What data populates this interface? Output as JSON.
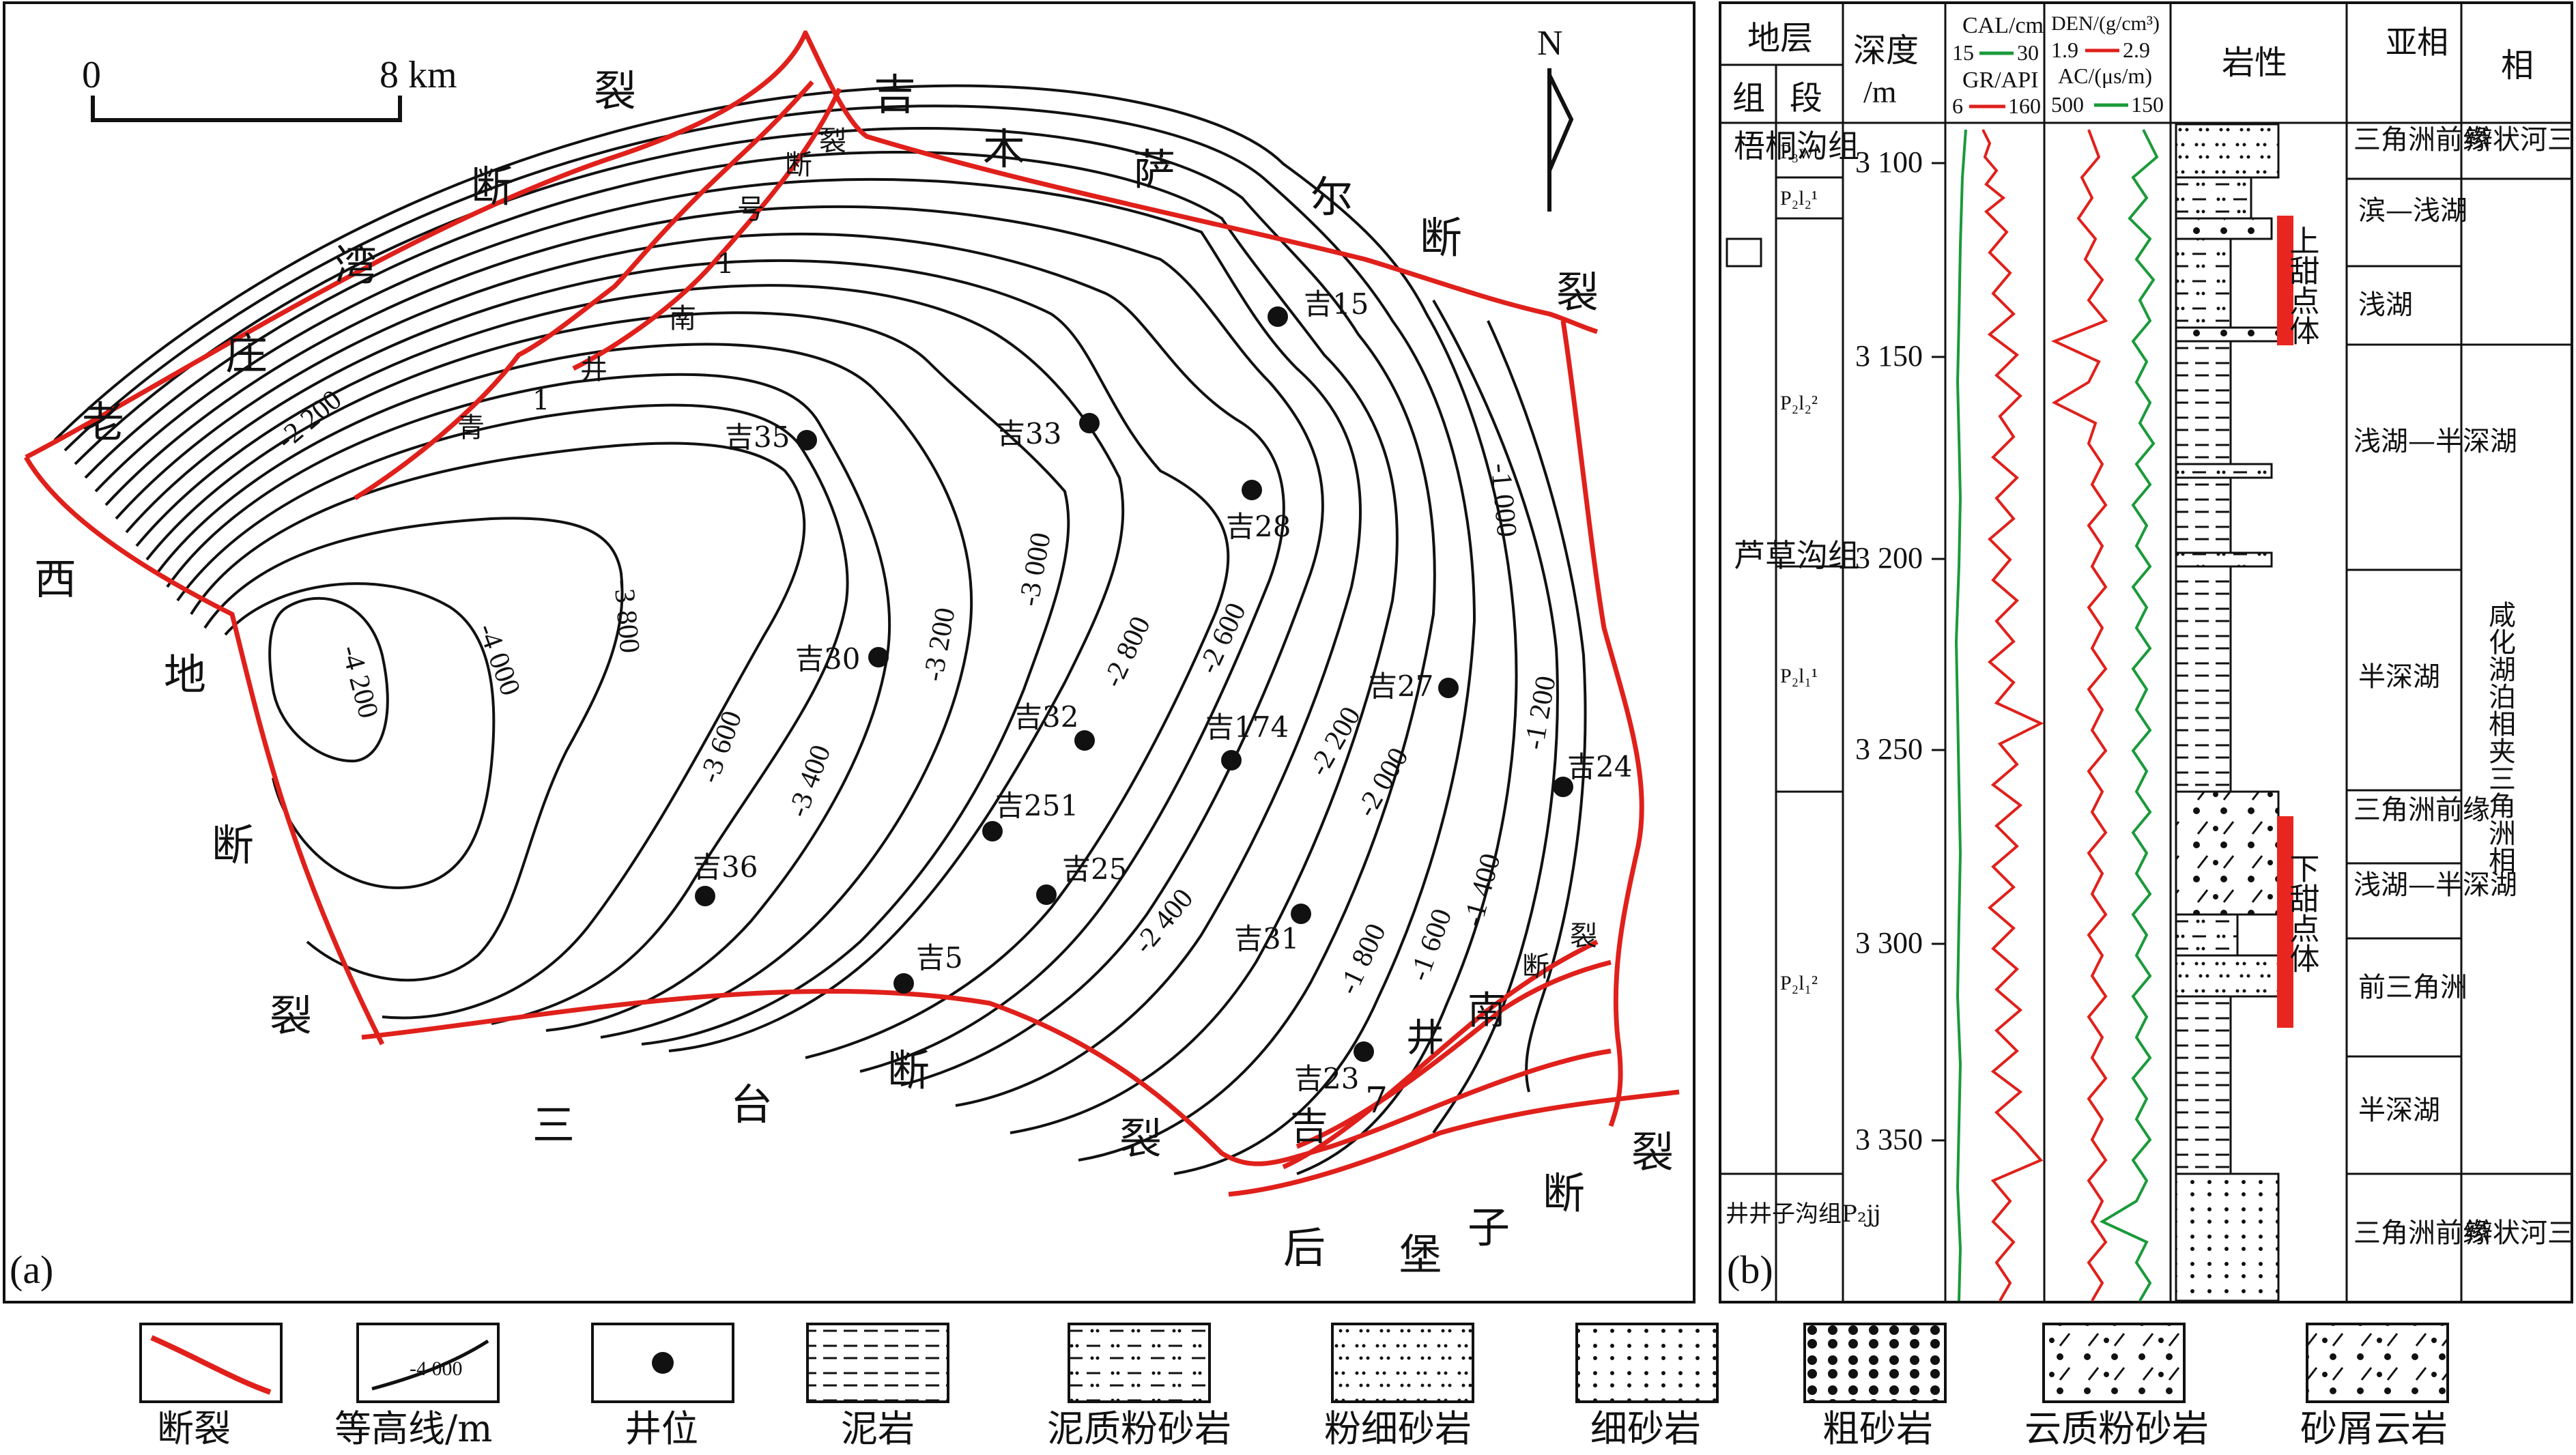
{
  "map": {
    "panel_label": "(a)",
    "north": "N",
    "scale": {
      "start": "0",
      "end": "8 km"
    },
    "fault_labels": [
      {
        "text": "裂"
      },
      {
        "text": "吉"
      },
      {
        "text": "木"
      },
      {
        "text": "萨"
      },
      {
        "text": "尔"
      },
      {
        "text": "断"
      },
      {
        "text": "裂"
      },
      {
        "text": "断"
      },
      {
        "text": "湾"
      },
      {
        "text": "庄"
      },
      {
        "text": "老"
      },
      {
        "text": "西"
      },
      {
        "text": "地"
      },
      {
        "text": "断"
      },
      {
        "text": "裂"
      },
      {
        "text": "三"
      },
      {
        "text": "台"
      },
      {
        "text": "断"
      },
      {
        "text": "裂"
      },
      {
        "text": "后"
      },
      {
        "text": "堡"
      },
      {
        "text": "子"
      },
      {
        "text": "断"
      },
      {
        "text": "裂"
      }
    ],
    "inner_fault_labels": [
      {
        "text": "断"
      },
      {
        "text": "裂"
      },
      {
        "text": "号"
      },
      {
        "text": "1"
      },
      {
        "text": "南"
      },
      {
        "text": "井"
      },
      {
        "text": "1"
      },
      {
        "text": "青"
      },
      {
        "text": "断"
      },
      {
        "text": "裂"
      },
      {
        "text": "南"
      },
      {
        "text": "井"
      },
      {
        "text": "吉"
      },
      {
        "text": "7"
      }
    ],
    "contour_labels": [
      {
        "text": "-2 200"
      },
      {
        "text": "-4 200"
      },
      {
        "text": "-4 000"
      },
      {
        "text": "-3 800"
      },
      {
        "text": "-3 600"
      },
      {
        "text": "-3 400"
      },
      {
        "text": "-3 200"
      },
      {
        "text": "-3 000"
      },
      {
        "text": "-2 800"
      },
      {
        "text": "-2 600"
      },
      {
        "text": "-2 400"
      },
      {
        "text": "-2 200"
      },
      {
        "text": "-2 000"
      },
      {
        "text": "-1 800"
      },
      {
        "text": "-1 600"
      },
      {
        "text": "-1 400"
      },
      {
        "text": "-1 200"
      },
      {
        "text": "-1 000"
      }
    ],
    "wells": [
      {
        "name": "吉15"
      },
      {
        "name": "吉35"
      },
      {
        "name": "吉33"
      },
      {
        "name": "吉28"
      },
      {
        "name": "吉30"
      },
      {
        "name": "吉27"
      },
      {
        "name": "吉32"
      },
      {
        "name": "吉174"
      },
      {
        "name": "吉24"
      },
      {
        "name": "吉251"
      },
      {
        "name": "吉25"
      },
      {
        "name": "吉36"
      },
      {
        "name": "吉31"
      },
      {
        "name": "吉5"
      },
      {
        "name": "吉23"
      }
    ]
  },
  "column": {
    "panel_label": "(b)",
    "headers": {
      "strata": "地层",
      "formation": "组",
      "member": "段",
      "depth": "深度",
      "depth_unit": "/m",
      "cal": "CAL/cm",
      "cal_min": "15",
      "cal_max": "30",
      "gr": "GR/API",
      "gr_min": "6",
      "gr_max": "160",
      "den": "DEN/(g/cm³)",
      "den_min": "1.9",
      "den_max": "2.9",
      "ac": "AC/(μs/m)",
      "ac_min": "500",
      "ac_max": "150",
      "lithology": "岩性",
      "subfacies": "亚相",
      "facies": "相"
    },
    "depth_ticks": [
      "3 100",
      "3 150",
      "3 200",
      "3 250",
      "3 300",
      "3 350"
    ],
    "formations": [
      "梧桐沟组",
      "芦草沟组",
      "井井子沟组P₂jj"
    ],
    "members": [
      "P₃wt",
      "P₂l₂¹",
      "P₂l₂²",
      "P₂l₁¹",
      "P₂l₁²"
    ],
    "sweet_spots": [
      "上甜点体",
      "下甜点体"
    ],
    "subfacies": [
      "三角洲前缘",
      "滨—浅湖",
      "浅湖",
      "浅湖—半深湖",
      "半深湖",
      "三角洲前缘",
      "浅湖—半深湖",
      "前三角洲",
      "半深湖",
      "三角洲前缘"
    ],
    "facies": [
      "辫状河三角洲",
      "咸化湖泊相夹三角洲相",
      "辫状河三角洲"
    ]
  },
  "legend": [
    {
      "label": "断裂",
      "icon": "fault-line-icon"
    },
    {
      "label": "等高线/m",
      "icon": "contour-line-icon",
      "sample": "-4 000"
    },
    {
      "label": "井位",
      "icon": "well-dot-icon"
    },
    {
      "label": "泥岩",
      "icon": "mudstone-pattern-icon"
    },
    {
      "label": "泥质粉砂岩",
      "icon": "muddy-siltstone-pattern-icon"
    },
    {
      "label": "粉细砂岩",
      "icon": "silty-fine-sandstone-pattern-icon"
    },
    {
      "label": "细砂岩",
      "icon": "fine-sandstone-pattern-icon"
    },
    {
      "label": "粗砂岩",
      "icon": "coarse-sandstone-pattern-icon"
    },
    {
      "label": "云质粉砂岩",
      "icon": "dolomitic-siltstone-pattern-icon"
    },
    {
      "label": "砂屑云岩",
      "icon": "sandy-dolomite-pattern-icon"
    }
  ],
  "colors": {
    "fault": "#e0201b",
    "gr": "#e0201b",
    "cal": "#1a9a3a",
    "ac": "#1a9a3a",
    "den": "#e0201b",
    "sweet": "#e8261f"
  }
}
